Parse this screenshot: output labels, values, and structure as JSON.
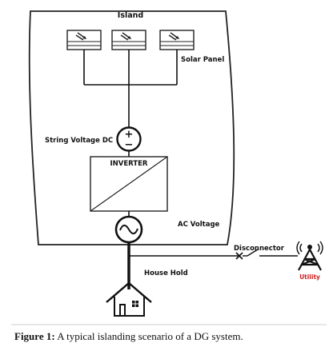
{
  "diagram": {
    "island_label": "Island",
    "solar_panel_label": "Solar Panel",
    "string_voltage_label": "String Voltage DC",
    "inverter_label": "INVERTER",
    "ac_voltage_label": "AC Voltage",
    "disconnector_label": "Disconnector",
    "household_label": "House Hold",
    "utility_label": "Utility",
    "dc_plus": "+",
    "dc_minus": "−",
    "solar_panel_count": 3,
    "icons": [
      "solar-panel-icon",
      "dc-source-icon",
      "inverter-icon",
      "ac-source-icon",
      "switch-icon",
      "house-icon",
      "transmission-tower-icon"
    ]
  },
  "caption": {
    "prefix": "Figure 1:",
    "text": " A typical islanding scenario of a DG system."
  }
}
